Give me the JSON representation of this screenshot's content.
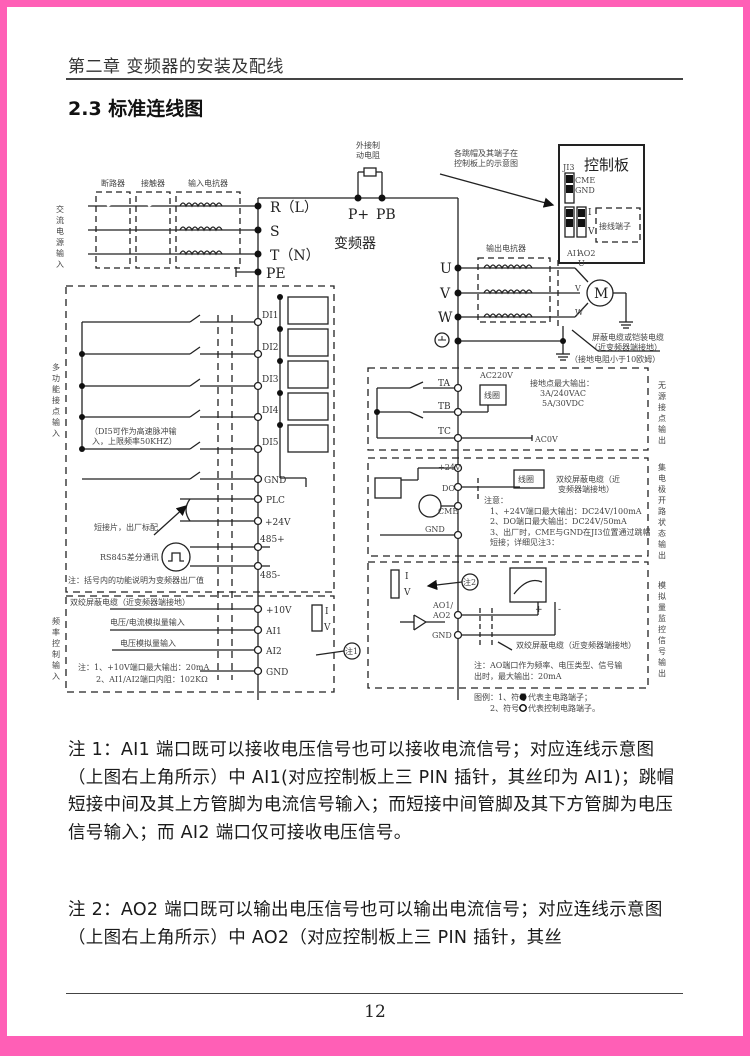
{
  "page": {
    "border_color": "#ff5fb6",
    "chapter_header": "第二章 变频器的安装及配线",
    "section_title": "2.3 标准连线图",
    "page_number": "12"
  },
  "diagram": {
    "input_section": {
      "side_label": "交流电源输入",
      "breaker": "断路器",
      "contactor": "接触器",
      "input_reactor": "输入电抗器"
    },
    "main_terminals": {
      "r": "R（L）",
      "s": "S",
      "t": "T（N）",
      "pe": "PE",
      "p_plus": "P+",
      "pb": "PB",
      "brake_resistor": [
        "外接制",
        "动电阻"
      ],
      "inverter": "变频器"
    },
    "control_board": {
      "pointer_note": [
        "各跳帽及其端子在",
        "控制板上的示意图"
      ],
      "title": "控制板",
      "j13": "JI3",
      "cme": "CME",
      "gnd": "GND",
      "i": "I",
      "v": "V",
      "wiring_terminal": "接线端子",
      "ai1": "AI1",
      "ao2": "AO2"
    },
    "output_section": {
      "output_reactor": "输出电抗器",
      "u": "U",
      "v": "V",
      "w": "W",
      "motor_u": "U",
      "motor_v": "V",
      "motor_w": "W",
      "motor": "M",
      "shield_note": [
        "屏蔽电缆或铠装电缆",
        "（近变频器端接地）"
      ],
      "ground_note": "（接地电阻小于10欧姆）"
    },
    "digital_inputs": {
      "side_label": "多功能接点输入",
      "terminals": [
        "DI1",
        "DI2",
        "DI3",
        "DI4",
        "DI5"
      ],
      "gnd": "GND",
      "plc": "PLC",
      "v24": "+24V",
      "rs485_plus": "485+",
      "rs485_minus": "485-",
      "di5_note": [
        "（DI5可作为高速脉冲输",
        "入，上限频率50KHZ）"
      ],
      "jumper_note": "短接片，出厂标配",
      "rs845_label": "RS845差分通讯",
      "paren_note": "注：括号内的功能说明为变频器出厂值"
    },
    "analog_inputs": {
      "side_label": "频率控制输入",
      "cable_note": "双绞屏蔽电缆（近变频器端接地）",
      "v10": "+10V",
      "ai1": "AI1",
      "ai2": "AI2",
      "gnd": "GND",
      "vi_input": "电压/电流模拟量输入",
      "v_input": "电压模拟量输入",
      "i": "I",
      "v": "V",
      "note1_tag": "注1",
      "limits": [
        "注：1、+10V端口最大输出：20mA",
        "2、AI1/AI2端口内阻：102KΩ"
      ]
    },
    "relay_output": {
      "side_label": "无源接点输出",
      "ta": "TA",
      "tb": "TB",
      "tc": "TC",
      "ac220": "AC220V",
      "ac0": "AC0V",
      "coil": "线圈",
      "max_output": [
        "接地点最大输出：",
        "3A/240VAC",
        "5A/30VDC"
      ]
    },
    "oc_output": {
      "side_label": "集电极开路状态输出",
      "v24": "+24V",
      "do": "DO",
      "cme": "CME",
      "gnd": "GND",
      "coil": "线圈",
      "cable_note": [
        "双绞屏蔽电缆（近",
        "变频器端接地）"
      ],
      "attention": "注意：",
      "notes": [
        "1、+24V端口最大输出：DC24V/100mA",
        "2、DO端口最大输出：DC24V/50mA",
        "3、出厂时，CME与GND在JI3位置通过跳帽",
        "短接；详细见注3："
      ]
    },
    "analog_output": {
      "side_label": "模拟量监控信号输出",
      "i": "I",
      "v": "V",
      "note2_tag": "注2",
      "ao": [
        "AO1/",
        "AO2"
      ],
      "gnd": "GND",
      "plus": "+",
      "minus": "-",
      "cable_note": "双绞屏蔽电缆（近变频器端接地）",
      "ao_note": [
        "注：AO端口作为频率、电压类型、信号输",
        "出时，最大输出：20mA"
      ],
      "legend": [
        "图例：1、符号",
        "代表主电路端子；",
        "2、符号",
        "代表控制电路端子。"
      ]
    }
  },
  "notes": {
    "note1": "注 1：AI1 端口既可以接收电压信号也可以接收电流信号；对应连线示意图（上图右上角所示）中 AI1(对应控制板上三 PIN 插针，其丝印为 AI1)；跳帽短接中间及其上方管脚为电流信号输入；而短接中间管脚及其下方管脚为电压信号输入；而 AI2 端口仅可接收电压信号。",
    "note2": "注 2：AO2 端口既可以输出电压信号也可以输出电流信号；对应连线示意图（上图右上角所示）中 AO2（对应控制板上三 PIN 插针，其丝"
  }
}
